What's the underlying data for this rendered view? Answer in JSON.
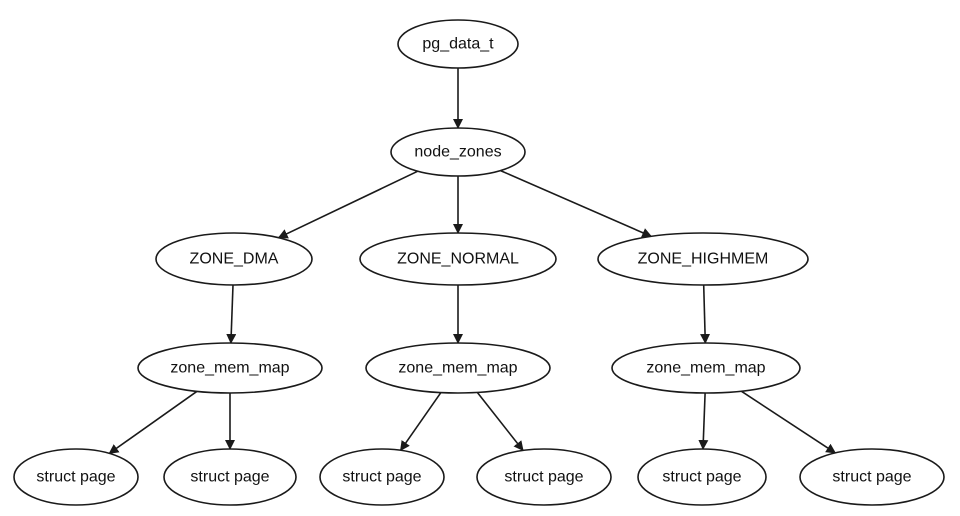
{
  "diagram": {
    "nodes": [
      {
        "id": "pg_data_t",
        "label": "pg_data_t"
      },
      {
        "id": "node_zones",
        "label": "node_zones"
      },
      {
        "id": "zone_dma",
        "label": "ZONE_DMA"
      },
      {
        "id": "zone_normal",
        "label": "ZONE_NORMAL"
      },
      {
        "id": "zone_highmem",
        "label": "ZONE_HIGHMEM"
      },
      {
        "id": "mm_dma",
        "label": "zone_mem_map"
      },
      {
        "id": "mm_normal",
        "label": "zone_mem_map"
      },
      {
        "id": "mm_highmem",
        "label": "zone_mem_map"
      },
      {
        "id": "sp1",
        "label": "struct page"
      },
      {
        "id": "sp2",
        "label": "struct page"
      },
      {
        "id": "sp3",
        "label": "struct page"
      },
      {
        "id": "sp4",
        "label": "struct page"
      },
      {
        "id": "sp5",
        "label": "struct page"
      },
      {
        "id": "sp6",
        "label": "struct page"
      }
    ],
    "edges": [
      {
        "from": "pg_data_t",
        "to": "node_zones"
      },
      {
        "from": "node_zones",
        "to": "zone_dma"
      },
      {
        "from": "node_zones",
        "to": "zone_normal"
      },
      {
        "from": "node_zones",
        "to": "zone_highmem"
      },
      {
        "from": "zone_dma",
        "to": "mm_dma"
      },
      {
        "from": "zone_normal",
        "to": "mm_normal"
      },
      {
        "from": "zone_highmem",
        "to": "mm_highmem"
      },
      {
        "from": "mm_dma",
        "to": "sp1"
      },
      {
        "from": "mm_dma",
        "to": "sp2"
      },
      {
        "from": "mm_normal",
        "to": "sp3"
      },
      {
        "from": "mm_normal",
        "to": "sp4"
      },
      {
        "from": "mm_highmem",
        "to": "sp5"
      },
      {
        "from": "mm_highmem",
        "to": "sp6"
      }
    ],
    "colors": {
      "stroke": "#1a1a1a",
      "fill": "#ffffff",
      "text": "#111111",
      "background": "#ffffff"
    }
  }
}
